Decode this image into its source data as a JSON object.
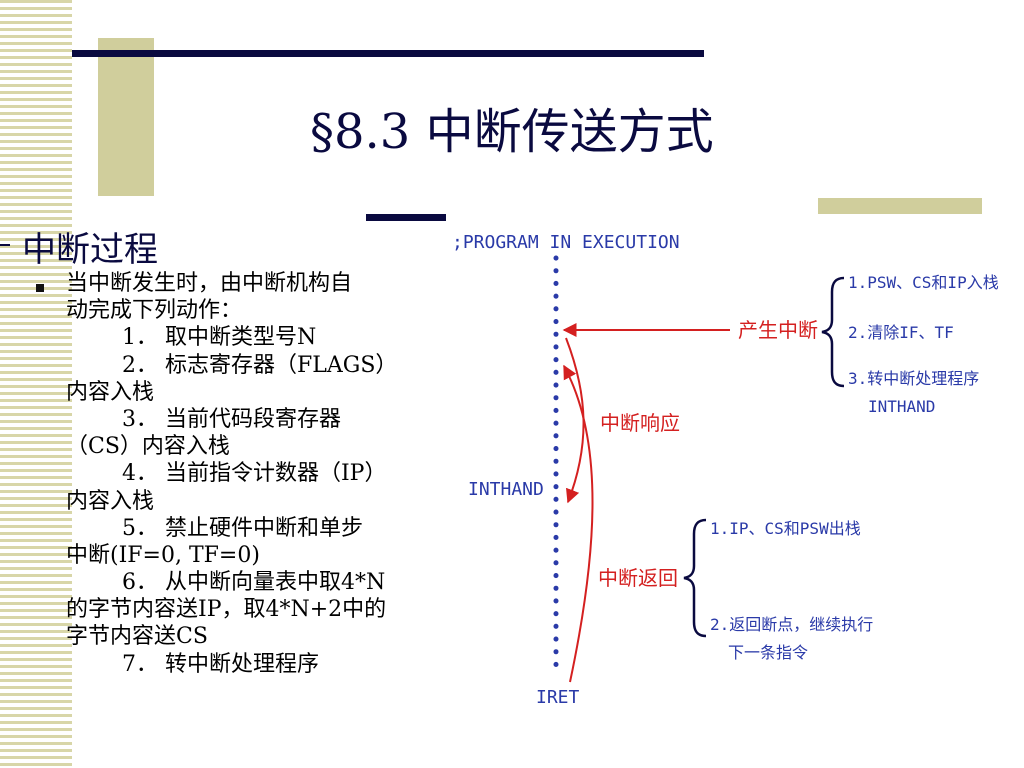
{
  "slide": {
    "title": "§8.3 中断传送方式",
    "heading": "中断过程",
    "bullet_lines": [
      "当中断发生时，由中断机构自",
      "动完成下列动作：",
      "1． 取中断类型号N",
      "2． 标志寄存器（FLAGS）",
      "内容入栈",
      "3． 当前代码段寄存器",
      "（CS）内容入栈",
      "4． 当前指令计数器（IP）",
      "内容入栈",
      "5． 禁止硬件中断和单步",
      "中断(IF=0, TF=0)",
      "6． 从中断向量表中取4*N",
      "的字节内容送IP，取4*N+2中的",
      "字节内容送CS",
      "7． 转中断处理程序"
    ]
  },
  "diagram": {
    "program_label": ";PROGRAM IN EXECUTION",
    "inthand_label": "INTHAND",
    "iret_label": "IRET",
    "interrupt_occurs": "产生中断",
    "interrupt_response": "中断响应",
    "interrupt_return": "中断返回",
    "occurs_steps": [
      "1.PSW、CS和IP入栈",
      "2.清除IF、TF",
      "3.转中断处理程序",
      "INTHAND"
    ],
    "return_steps": [
      "1.IP、CS和PSW出栈",
      "2.返回断点，继续执行",
      "下一条指令"
    ]
  },
  "colors": {
    "navy": "#0a0a40",
    "red": "#d42020",
    "blue": "#2a3aa8",
    "khaki": "#d8d6a8"
  }
}
